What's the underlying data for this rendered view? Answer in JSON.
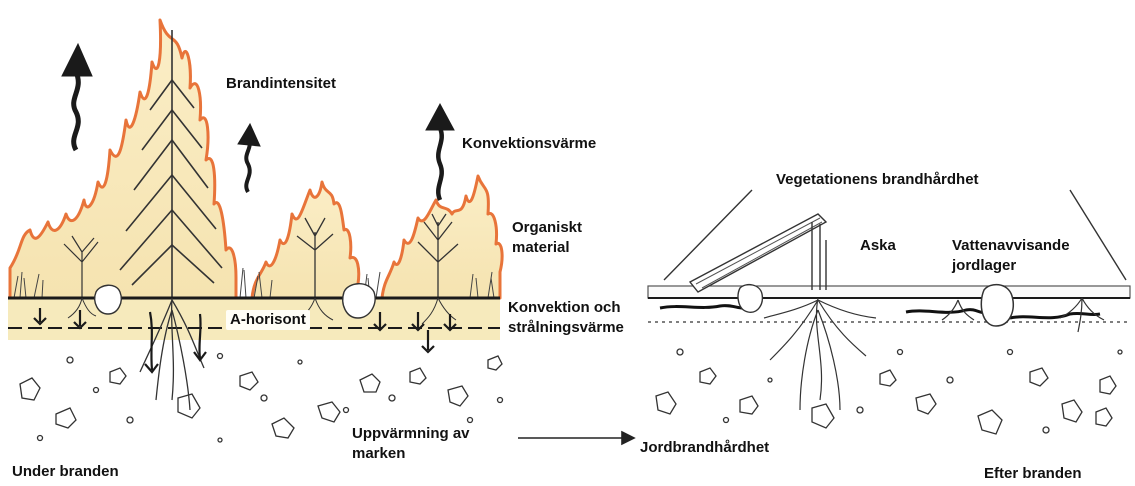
{
  "labels": {
    "fire_intensity": "Brandintensitet",
    "convection_heat": "Konvektionsvärme",
    "organic_material_line1": "Organiskt",
    "organic_material_line2": "material",
    "a_horizon": "A-horisont",
    "convection_radiation_line1": "Konvektion och",
    "convection_radiation_line2": "strålningsvärme",
    "soil_heating_line1": "Uppvärmning av",
    "soil_heating_line2": "marken",
    "during_fire": "Under branden",
    "vegetation_burn_severity": "Vegetationens brandhårdhet",
    "ash": "Aska",
    "water_repellent_line1": "Vattenavvisande",
    "water_repellent_line2": "jordlager",
    "soil_burn_severity": "Jordbrandhårdhet",
    "after_fire": "Efter branden"
  },
  "colors": {
    "flame_outline": "#e8743a",
    "flame_fill": "#f7e7b8",
    "yellow_band": "#f3e3a6",
    "soil_line": "#1a1a1a",
    "ink": "#222222"
  }
}
